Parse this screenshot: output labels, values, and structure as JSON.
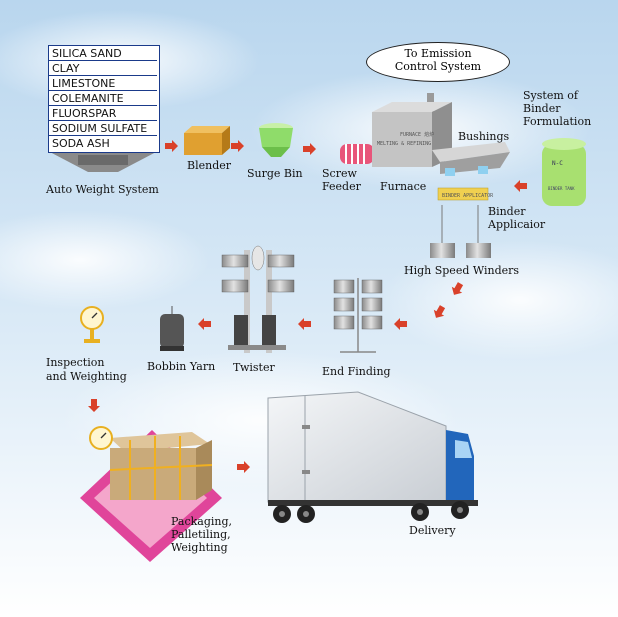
{
  "materials": [
    "SILICA SAND",
    "CLAY",
    "LIMESTONE",
    "COLEMANITE",
    "FLUORSPAR",
    "SODIUM SULFATE",
    "SODA ASH"
  ],
  "emission_system": [
    "To Emission",
    "Control System"
  ],
  "labels": {
    "auto_weight": "Auto Weight System",
    "blender": "Blender",
    "surge_bin": "Surge Bin",
    "screw_feeder": [
      "Screw",
      "Feeder"
    ],
    "furnace": "Furnace",
    "bushings": "Bushings",
    "binder_formulation": [
      "System of",
      "Binder",
      "Formulation"
    ],
    "binder_applicator": [
      "Binder",
      "Applicaior"
    ],
    "high_speed_winders": "High Speed Winders",
    "end_finding": "End Finding",
    "twister": "Twister",
    "bobbin_yarn": "Bobbin Yarn",
    "inspection": [
      "Inspection",
      "and Weighting"
    ],
    "packaging": [
      "Packaging,",
      "Palletiling,",
      "Weighting"
    ],
    "delivery": "Delivery"
  },
  "colors": {
    "arrow": "#d9412a",
    "sky_top": "#c7dff2",
    "sky_bottom": "#ffffff",
    "furnace": "#bcbcbc",
    "blender": "#e0a030",
    "surge_bin": "#8fdc6a",
    "binder_tank": "#a8e070",
    "screw": "#e8557a",
    "packaging_sheet": "#e0459a",
    "box": "#c9aa7a",
    "strap": "#f0b020",
    "truck_cab": "#2266bb"
  }
}
